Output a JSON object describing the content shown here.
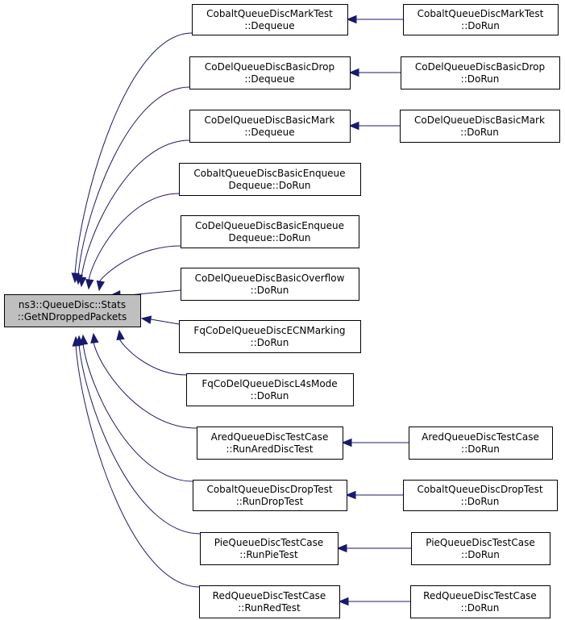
{
  "graph": {
    "edge_color": "#191970",
    "root_fill": "#bfbfbf",
    "node_fill": "#ffffff",
    "nodes": [
      {
        "id": "root",
        "lines": [
          "ns3::QueueDisc::Stats",
          "::GetNDroppedPackets"
        ]
      },
      {
        "id": "m1",
        "lines": [
          "CobaltQueueDiscMarkTest",
          "::Dequeue"
        ]
      },
      {
        "id": "m2",
        "lines": [
          "CoDelQueueDiscBasicDrop",
          "::Dequeue"
        ]
      },
      {
        "id": "m3",
        "lines": [
          "CoDelQueueDiscBasicMark",
          "::Dequeue"
        ]
      },
      {
        "id": "m4",
        "lines": [
          "CobaltQueueDiscBasicEnqueue",
          "Dequeue::DoRun"
        ]
      },
      {
        "id": "m5",
        "lines": [
          "CoDelQueueDiscBasicEnqueue",
          "Dequeue::DoRun"
        ]
      },
      {
        "id": "m6",
        "lines": [
          "CoDelQueueDiscBasicOverflow",
          "::DoRun"
        ]
      },
      {
        "id": "m7",
        "lines": [
          "FqCoDelQueueDiscECNMarking",
          "::DoRun"
        ]
      },
      {
        "id": "m8",
        "lines": [
          "FqCoDelQueueDiscL4sMode",
          "::DoRun"
        ]
      },
      {
        "id": "m9",
        "lines": [
          "AredQueueDiscTestCase",
          "::RunAredDiscTest"
        ]
      },
      {
        "id": "m10",
        "lines": [
          "CobaltQueueDiscDropTest",
          "::RunDropTest"
        ]
      },
      {
        "id": "m11",
        "lines": [
          "PieQueueDiscTestCase",
          "::RunPieTest"
        ]
      },
      {
        "id": "m12",
        "lines": [
          "RedQueueDiscTestCase",
          "::RunRedTest"
        ]
      },
      {
        "id": "r1",
        "lines": [
          "CobaltQueueDiscMarkTest",
          "::DoRun"
        ]
      },
      {
        "id": "r2",
        "lines": [
          "CoDelQueueDiscBasicDrop",
          "::DoRun"
        ]
      },
      {
        "id": "r3",
        "lines": [
          "CoDelQueueDiscBasicMark",
          "::DoRun"
        ]
      },
      {
        "id": "r9",
        "lines": [
          "AredQueueDiscTestCase",
          "::DoRun"
        ]
      },
      {
        "id": "r10",
        "lines": [
          "CobaltQueueDiscDropTest",
          "::DoRun"
        ]
      },
      {
        "id": "r11",
        "lines": [
          "PieQueueDiscTestCase",
          "::DoRun"
        ]
      },
      {
        "id": "r12",
        "lines": [
          "RedQueueDiscTestCase",
          "::DoRun"
        ]
      }
    ],
    "edges": [
      {
        "from": "m1",
        "to": "root"
      },
      {
        "from": "m2",
        "to": "root"
      },
      {
        "from": "m3",
        "to": "root"
      },
      {
        "from": "m4",
        "to": "root"
      },
      {
        "from": "m5",
        "to": "root"
      },
      {
        "from": "m6",
        "to": "root"
      },
      {
        "from": "m7",
        "to": "root"
      },
      {
        "from": "m8",
        "to": "root"
      },
      {
        "from": "m9",
        "to": "root"
      },
      {
        "from": "m10",
        "to": "root"
      },
      {
        "from": "m11",
        "to": "root"
      },
      {
        "from": "m12",
        "to": "root"
      },
      {
        "from": "r1",
        "to": "m1"
      },
      {
        "from": "r2",
        "to": "m2"
      },
      {
        "from": "r3",
        "to": "m3"
      },
      {
        "from": "r9",
        "to": "m9"
      },
      {
        "from": "r10",
        "to": "m10"
      },
      {
        "from": "r11",
        "to": "m11"
      },
      {
        "from": "r12",
        "to": "m12"
      }
    ]
  }
}
